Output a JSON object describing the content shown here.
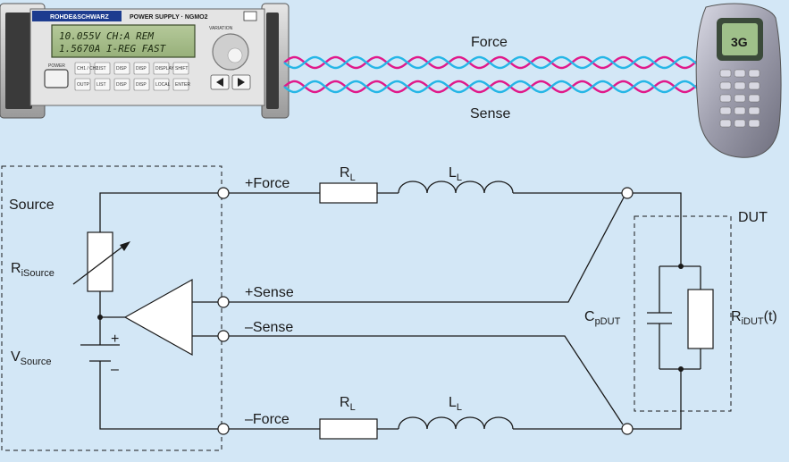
{
  "device": {
    "brand": "ROHDE&SCHWARZ",
    "model": "POWER SUPPLY · NGMO2",
    "lcd_line1": "10.055V  CH:A   REM",
    "lcd_line2": "1.5670A  I-REG  FAST",
    "power_label": "POWER",
    "knob_label": "VARIATION",
    "button_labels": [
      "CH1 / CH2",
      "LIST",
      "DISP",
      "DISP",
      "DISPLAY",
      "SHIFT",
      "OUTP",
      "LIST",
      "DISP",
      "DISP",
      "LOCAL",
      "ENTER"
    ]
  },
  "cable": {
    "force_label": "Force",
    "sense_label": "Sense",
    "colors": {
      "pink": "#e0198a",
      "cyan": "#25b6e6"
    }
  },
  "phone": {
    "screen_text": "3G"
  },
  "circuit": {
    "source_label": "Source",
    "r_isource": {
      "main": "R",
      "sub": "iSource"
    },
    "v_source": {
      "main": "V",
      "sub": "Source"
    },
    "plus_sign": "+",
    "minus_sign": "–",
    "plus_force": "+Force",
    "plus_sense": "+Sense",
    "minus_sense": "–Sense",
    "minus_force": "–Force",
    "rl_top": {
      "main": "R",
      "sub": "L"
    },
    "ll_top": {
      "main": "L",
      "sub": "L"
    },
    "rl_bottom": {
      "main": "R",
      "sub": "L"
    },
    "ll_bottom": {
      "main": "L",
      "sub": "L"
    },
    "dut_label": "DUT",
    "c_pdut": {
      "main": "C",
      "sub": "pDUT"
    },
    "r_idut": {
      "main": "R",
      "sub": "iDUT",
      "suffix": "(t)"
    }
  }
}
